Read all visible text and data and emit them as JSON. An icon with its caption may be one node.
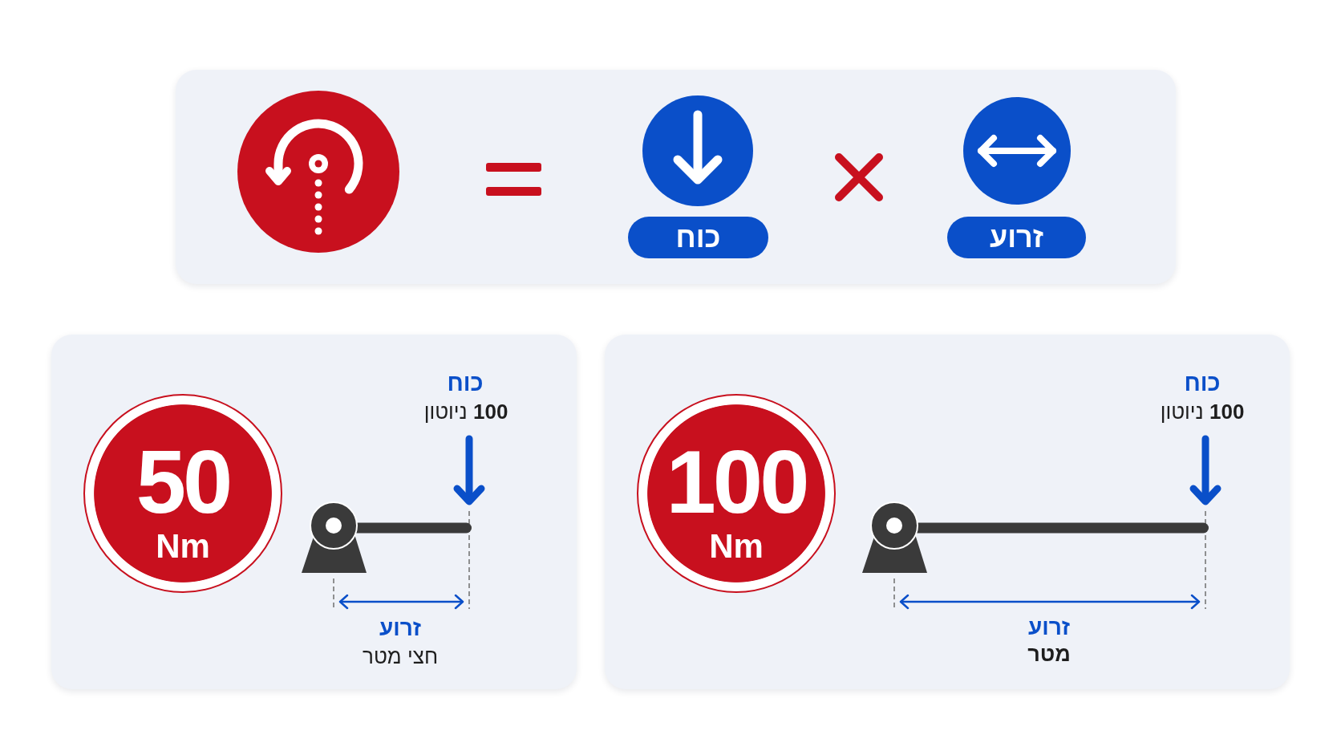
{
  "diagram": {
    "nodes": [
      {
        "text": [],
        "shape": "box"
      },
      {
        "text": [],
        "shape": "circle",
        "in": 0
      },
      {
        "text": [
          "כוח"
        ],
        "in": 0
      },
      {
        "text": [
          "זרוע"
        ],
        "in": 0
      },
      {
        "text": [],
        "shape": "box"
      },
      {
        "text": [
          "50",
          "Nm"
        ],
        "in": 4
      },
      {
        "text": [],
        "shape": "box"
      },
      {
        "text": [
          "100",
          "Nm"
        ],
        "in": 6
      }
    ],
    "labels": [
      "כוח",
      "**100** ניוטון",
      "זרוע",
      "חצי מטר",
      "כוח",
      "**100** ניוטון",
      "זרוע",
      "מטר"
    ]
  }
}
